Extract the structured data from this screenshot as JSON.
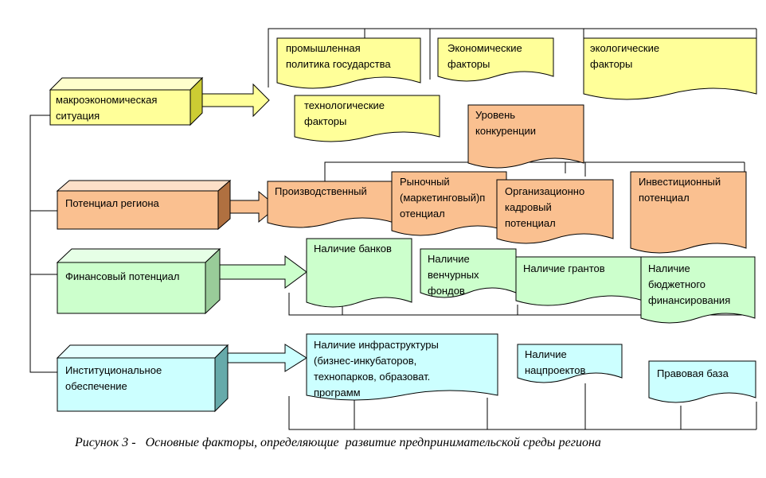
{
  "colors": {
    "yellow": "#ffff99",
    "orange": "#fac090",
    "green": "#ccffcc",
    "cyan": "#ccffff",
    "line": "#000000"
  },
  "sources": [
    {
      "id": "macro",
      "label": "макроэкономическая\nситуация",
      "color": "yellow"
    },
    {
      "id": "potential",
      "label": "Потенциал региона",
      "color": "orange"
    },
    {
      "id": "finance",
      "label": "Финансовый потенциал",
      "color": "green"
    },
    {
      "id": "institutional",
      "label": "Институциональное\nобеспечение",
      "color": "cyan"
    }
  ],
  "macro_factors": [
    {
      "label": "промышленная\nполитика государства"
    },
    {
      "label": "Экономические\nфакторы"
    },
    {
      "label": "экологические\nфакторы"
    },
    {
      "label": "технологические\nфакторы"
    }
  ],
  "competition": {
    "label": "Уровень\nконкуренции"
  },
  "potential_factors": [
    {
      "label": "Производственный"
    },
    {
      "label": "Рыночный\n(маркетинговый)п\nотенциал"
    },
    {
      "label": "Организационно\nкадровый\nпотенциал"
    },
    {
      "label": "Инвестиционный\nпотенциал"
    }
  ],
  "finance_factors": [
    {
      "label": "Наличие банков"
    },
    {
      "label": "Наличие\nвенчурных\nфондов"
    },
    {
      "label": "Наличие грантов"
    },
    {
      "label": "Наличие\nбюджетного\nфинансирования"
    }
  ],
  "institutional_factors": [
    {
      "label": "Наличие инфраструктуры\n(бизнес-инкубаторов,\nтехнопарков, образоват.\nпрограмм"
    },
    {
      "label": "Наличие\nнацпроектов"
    },
    {
      "label": "Правовая база"
    }
  ],
  "caption": "Рисунок 3 -   Основные факторы, определяющие  развитие предпринимательской среды региона"
}
